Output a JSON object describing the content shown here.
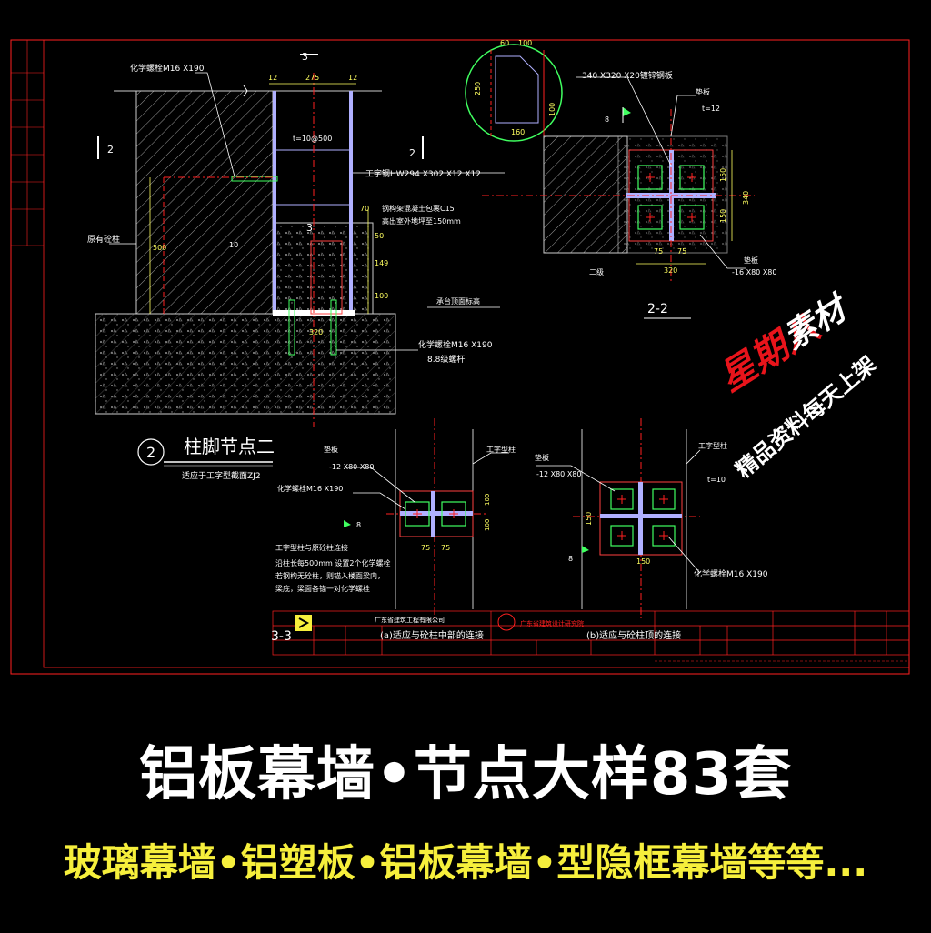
{
  "drawing": {
    "detail_title": "柱脚节点二",
    "detail_number": "2",
    "detail_note": "适应于工字型截面ZJ2",
    "label_3_top": "3",
    "label_2_left": "2",
    "label_2_right": "2",
    "label_3_mid": "3",
    "dim_12a": "12",
    "dim_275": "275",
    "dim_12b": "12",
    "bolt_top": "化学螺栓M16 X190",
    "stiffener": "t=10@500",
    "i_beam": "工字钢HW294 X302 X12 X12",
    "concrete_note1": "钢构架混凝土包裹C15",
    "concrete_note2": "高出室外地坪至150mm",
    "existing_column": "原有砼柱",
    "dim_500": "500",
    "dim_10": "10",
    "dim_50": "50",
    "dim_149": "149",
    "dim_100": "100",
    "dim_70": "70",
    "dim_320": "320",
    "cap_top": "承台顶面标高",
    "bolt_bottom1": "化学螺栓M16 X190",
    "bolt_bottom2": "8.8级螺杆",
    "gusset_60": "60",
    "gusset_100": "100",
    "gusset_250": "250",
    "gusset_100b": "100",
    "gusset_160": "160",
    "plate_top": "340 X320 X20镀锌钢板",
    "shim": "垫板",
    "t12": "t=12",
    "weld8": "8",
    "dim_150a": "150",
    "dim_150b": "150",
    "dim_340": "340",
    "dim_75a": "75",
    "dim_75b": "75",
    "dim_320b": "320",
    "shim2": "垫板",
    "shim2_size": "-16   X80  X80",
    "level2": "二级",
    "section_22": "2-2",
    "a_shim": "垫板",
    "a_shim_size": "-12   X80  X80",
    "a_ibeam": "工字型柱",
    "a_bolt": "化学螺栓M16 X190",
    "a_weld": "8",
    "a_100a": "100",
    "a_100b": "100",
    "a_75a": "75",
    "a_75b": "75",
    "a_note_title": "工字型柱与原砼柱连接",
    "a_note1": "沿柱长每500mm    设置2个化学螺栓",
    "a_note2": "若钢构无砼柱，则锚入楼面梁内，",
    "a_note3": "梁底，梁面各锚一对化学螺栓",
    "section_33": "3-3",
    "caption_a": "(a)适应与砼柱中部的连接",
    "caption_b": "(b)适应与砼柱顶的连接",
    "b_shim": "垫板",
    "b_shim_size": "-12   X80  X80",
    "b_ibeam": "工字型柱",
    "b_t10": "t=10",
    "b_150": "150",
    "b_150b": "150",
    "b_weld": "8",
    "b_bolt": "化学螺栓M16 X190",
    "tb_company": "广东省建筑设计研究院",
    "tb_company2": "广东省建筑工程有限公司"
  },
  "watermark": {
    "logo_red": "星期八",
    "logo_white": "素材",
    "tagline": "精品资料每天上架"
  },
  "banner": {
    "title": "铝板幕墙•节点大样83套",
    "subtitle": "玻璃幕墙•铝塑板•铝板幕墙•型隐框幕墙等等..."
  },
  "colors": {
    "frame": "#ff2020",
    "wall": "#d0d0d0",
    "steel": "#b0b0ff",
    "text": "#ffffff",
    "dim": "#ffff60",
    "bolt": "#40ff60",
    "accent": "#f6ef3c"
  }
}
